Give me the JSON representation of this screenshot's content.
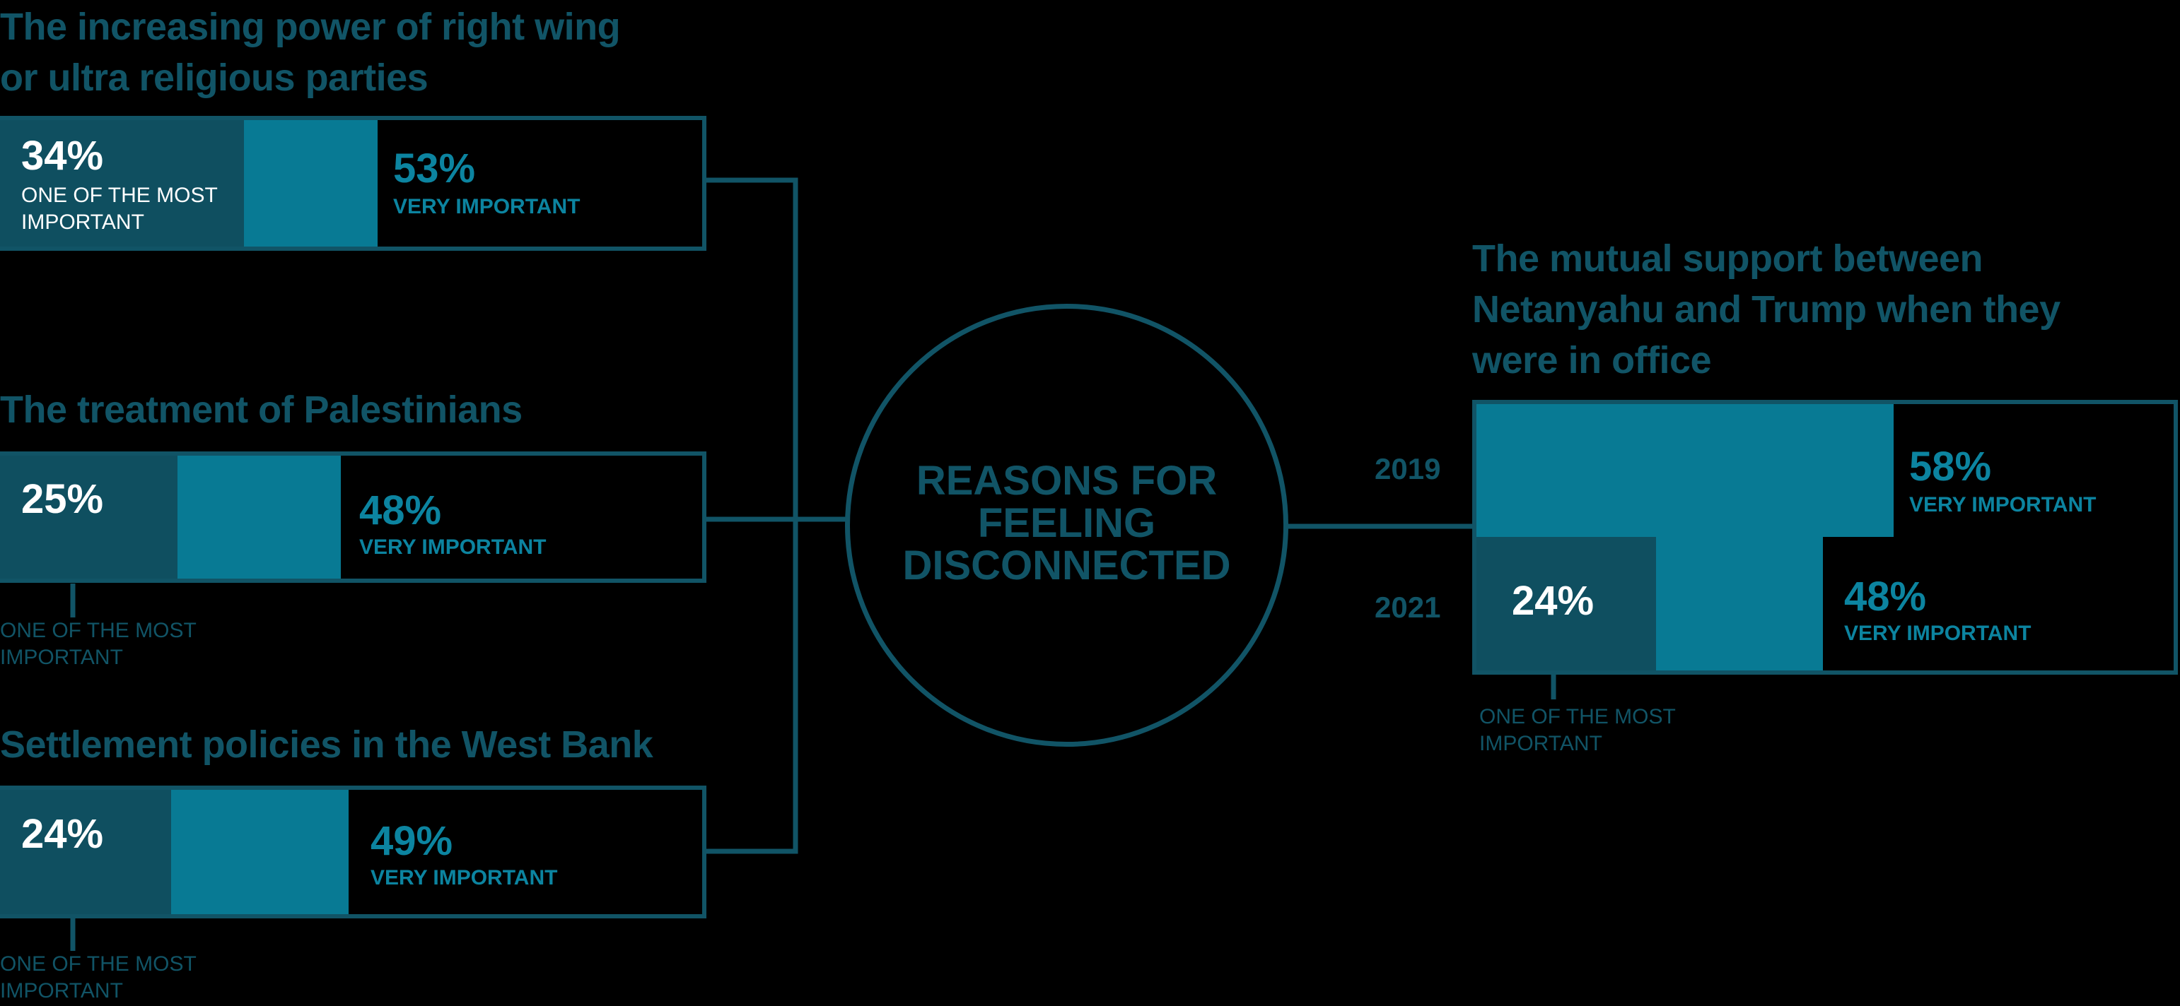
{
  "center": {
    "line1": "REASONS FOR",
    "line2": "FEELING",
    "line3": "DISCONNECTED"
  },
  "reasons": [
    {
      "title_line1": "The increasing power of right wing",
      "title_line2": "or ultra religious parties",
      "most_pct": "34%",
      "most_label_line1": "ONE OF THE MOST",
      "most_label_line2": "IMPORTANT",
      "very_pct": "53%",
      "very_label": "VERY IMPORTANT"
    },
    {
      "title": "The treatment of Palestinians",
      "most_pct": "25%",
      "most_label_line1": "ONE OF THE MOST",
      "most_label_line2": "IMPORTANT",
      "very_pct": "48%",
      "very_label": "VERY IMPORTANT"
    },
    {
      "title": "Settlement policies in the West Bank",
      "most_pct": "24%",
      "most_label_line1": "ONE OF THE MOST",
      "most_label_line2": "IMPORTANT",
      "very_pct": "49%",
      "very_label": "VERY IMPORTANT"
    }
  ],
  "trump": {
    "title_line1": "The mutual support between",
    "title_line2": "Netanyahu and Trump when they",
    "title_line3": "were in office",
    "year1": "2019",
    "year2": "2021",
    "y2019_very_pct": "58%",
    "y2019_very_label": "VERY IMPORTANT",
    "y2021_most_pct": "24%",
    "y2021_very_pct": "48%",
    "y2021_very_label": "VERY IMPORTANT",
    "most_label_line1": "ONE OF THE MOST",
    "most_label_line2": "IMPORTANT"
  },
  "colors": {
    "background": "#000000",
    "frame": "#115466",
    "one_of_most": "#0f4f60",
    "very_important": "#087a94",
    "accent_text": "#0c84a0"
  },
  "chart_data": {
    "type": "bar",
    "orientation": "horizontal",
    "stacked": true,
    "title": "REASONS FOR FEELING DISCONNECTED",
    "categories": [
      "The increasing power of right wing or ultra religious parties",
      "The treatment of Palestinians",
      "Settlement policies in the West Bank",
      "The mutual support between Netanyahu and Trump when they were in office (2019)",
      "The mutual support between Netanyahu and Trump when they were in office (2021)"
    ],
    "series": [
      {
        "name": "ONE OF THE MOST IMPORTANT",
        "values": [
          34,
          25,
          24,
          null,
          24
        ]
      },
      {
        "name": "VERY IMPORTANT",
        "values": [
          53,
          48,
          49,
          58,
          48
        ]
      }
    ],
    "unit": "%",
    "xlim": [
      0,
      100
    ]
  }
}
